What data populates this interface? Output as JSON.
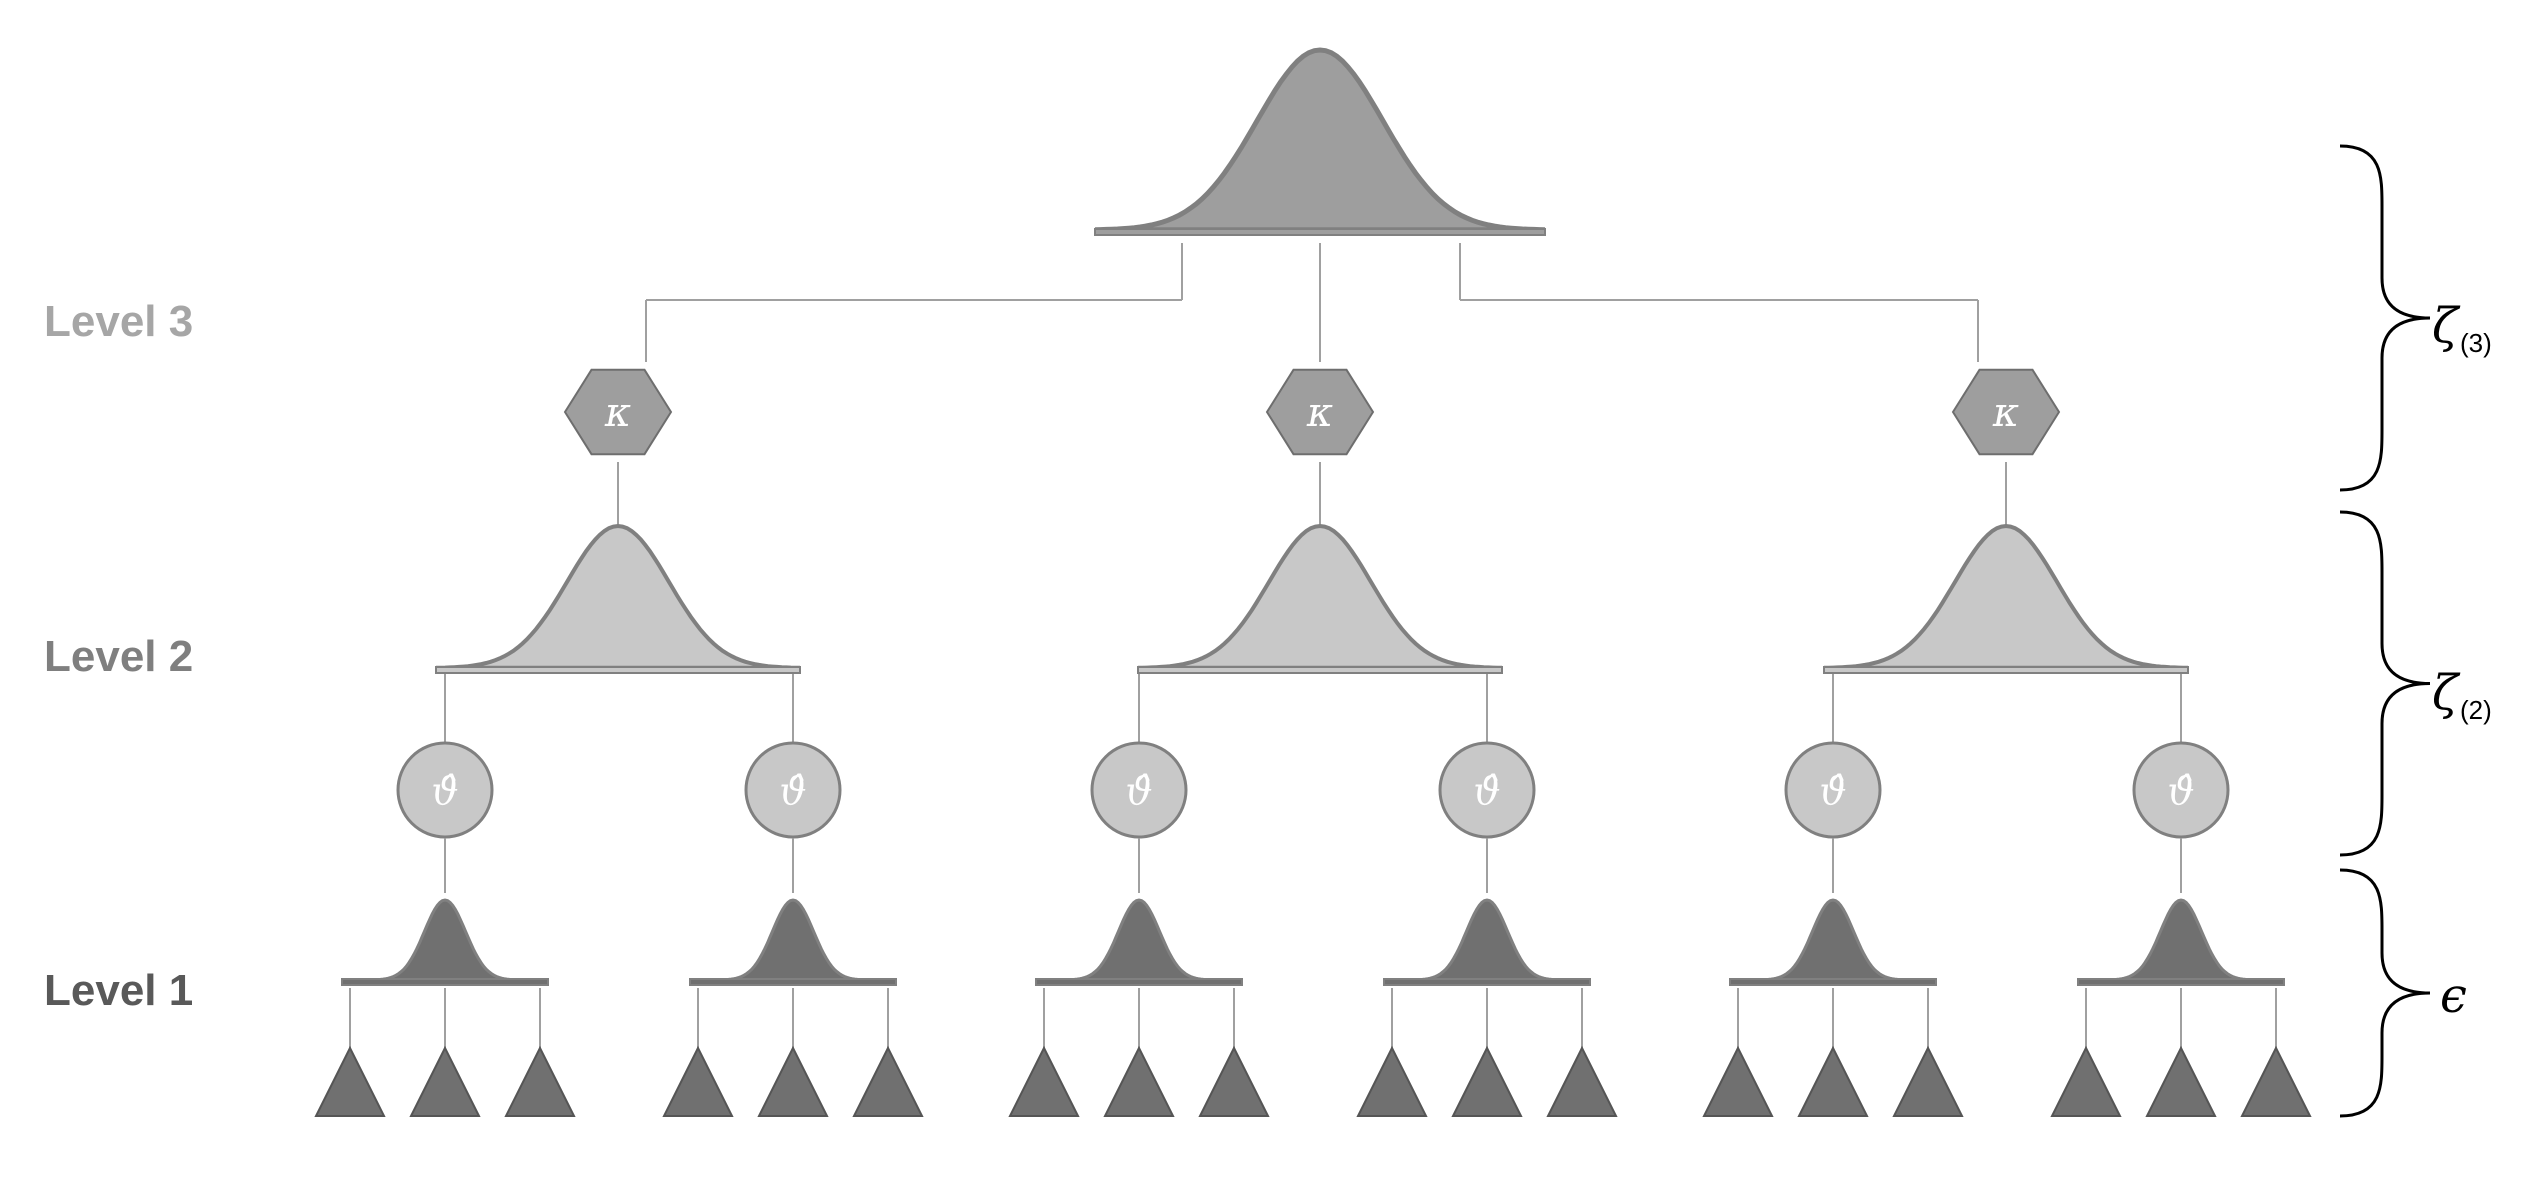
{
  "levels": [
    {
      "label": "Level 3",
      "color": "#a6a6a6"
    },
    {
      "label": "Level 2",
      "color": "#7f7f7f"
    },
    {
      "label": "Level 1",
      "color": "#595959"
    }
  ],
  "error_terms": [
    {
      "symbol": "ζ",
      "subscript": "(3)"
    },
    {
      "symbol": "ζ",
      "subscript": "(2)"
    },
    {
      "symbol": "ϵ",
      "subscript": ""
    }
  ],
  "node_symbols": {
    "hexagon": "κ",
    "circle": "ϑ̂"
  },
  "colors": {
    "top_fill": "#9e9e9e",
    "mid_fill": "#c8c8c8",
    "low_fill": "#707070",
    "stroke": "#808080",
    "line": "#a0a0a0",
    "brace": "#000000"
  }
}
